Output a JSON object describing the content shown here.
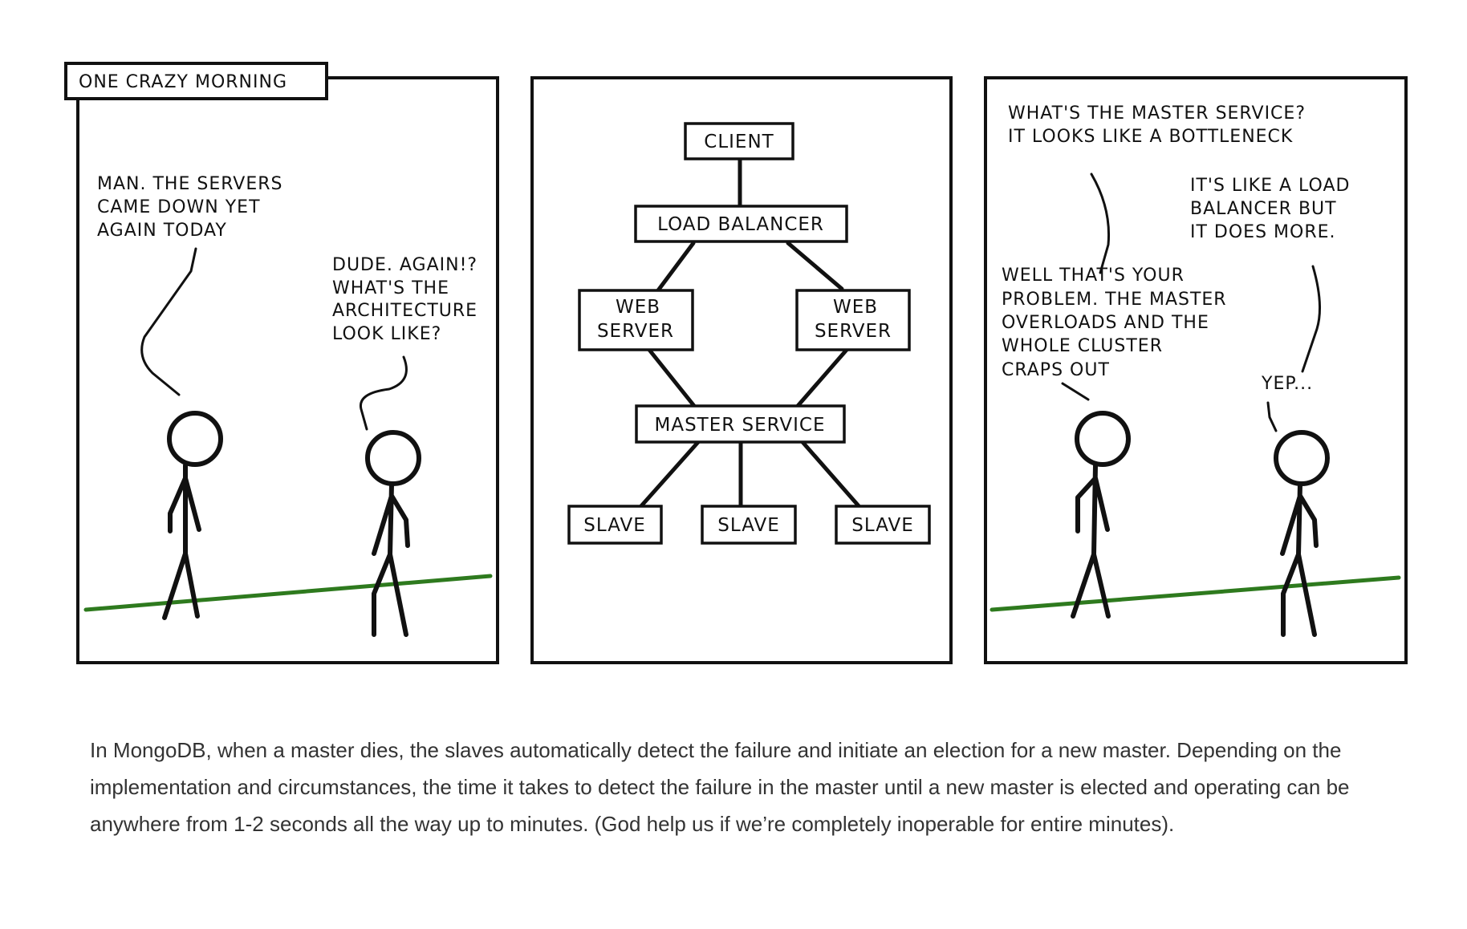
{
  "comic": {
    "title": "ONE CRAZY MORNING",
    "panel1": {
      "speech_left": [
        "MAN. THE SERVERS",
        "CAME DOWN YET",
        "AGAIN TODAY"
      ],
      "speech_right": [
        "DUDE. AGAIN!?",
        "WHAT'S THE",
        "ARCHITECTURE",
        "LOOK LIKE?"
      ]
    },
    "panel2": {
      "client": "CLIENT",
      "load_balancer": "LOAD BALANCER",
      "web_server": [
        "WEB",
        "SERVER"
      ],
      "master_service": "MASTER SERVICE",
      "slave": "SLAVE"
    },
    "panel3": {
      "speech_top": [
        "WHAT'S THE MASTER SERVICE?",
        "IT LOOKS LIKE A BOTTLENECK"
      ],
      "speech_right": [
        "IT'S LIKE A LOAD",
        "BALANCER BUT",
        "IT DOES MORE."
      ],
      "speech_left": [
        "WELL THAT'S YOUR",
        "PROBLEM. THE MASTER",
        "OVERLOADS AND THE",
        "WHOLE CLUSTER",
        "CRAPS OUT"
      ],
      "speech_yep": "YEP..."
    },
    "colors": {
      "ground": "#2e7a1e",
      "ink": "#111111"
    }
  },
  "caption": "In MongoDB, when a master dies, the slaves automatically detect the failure and initiate an election for a new master. Depending on the implementation and circumstances, the time it takes to detect the failure in the master until a new master is elected and operating can be anywhere from 1-2 seconds all the way up to minutes. (God help us if we’re completely inoperable for entire minutes)."
}
